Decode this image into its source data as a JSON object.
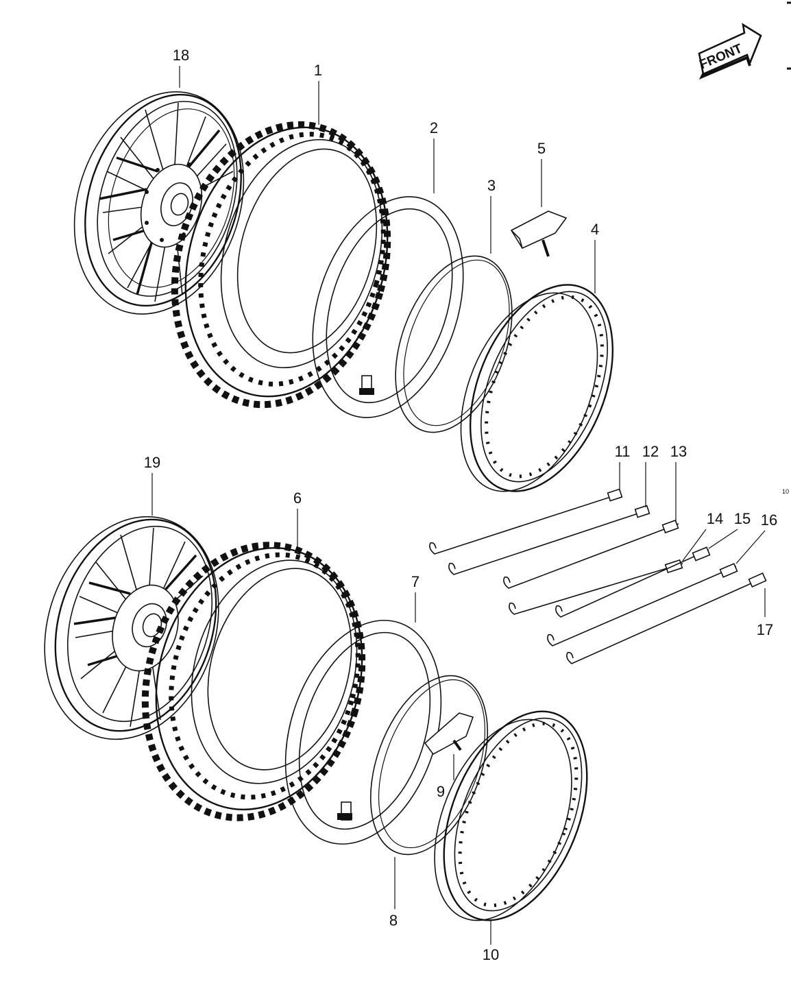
{
  "front_badge": {
    "text": "FRONT"
  },
  "edge_mark": "10",
  "callouts": {
    "c1": "1",
    "c2": "2",
    "c3": "3",
    "c4": "4",
    "c5": "5",
    "c6": "6",
    "c7": "7",
    "c8": "8",
    "c9": "9",
    "c10": "10",
    "c11": "11",
    "c12": "12",
    "c13": "13",
    "c14": "14",
    "c15": "15",
    "c16": "16",
    "c17": "17",
    "c18": "18",
    "c19": "19"
  }
}
